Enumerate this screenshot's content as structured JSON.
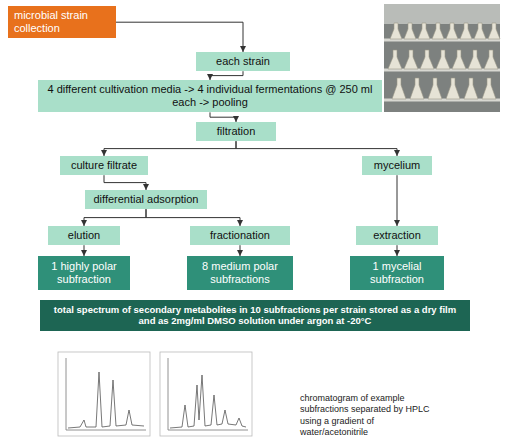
{
  "diagram": {
    "nodes": [
      {
        "text": [
          "microbial strain collection"
        ]
      },
      {
        "text": [
          "each strain"
        ]
      },
      {
        "text": [
          "4 different cultivation media -> 4 individual fermentations @ 250 ml each -> pooling"
        ]
      },
      {
        "text": [
          "filtration"
        ]
      },
      {
        "text": [
          "culture filtrate"
        ]
      },
      {
        "text": [
          "mycelium"
        ]
      },
      {
        "text": [
          "differential adsorption"
        ]
      },
      {
        "text": [
          "elution"
        ]
      },
      {
        "text": [
          "fractionation"
        ]
      },
      {
        "text": [
          "extraction"
        ]
      },
      {
        "text": [
          "1 highly polar subfraction"
        ]
      },
      {
        "text": [
          "8 medium polar subfractions"
        ]
      },
      {
        "text": [
          "1 mycelial subfraction"
        ]
      },
      {
        "text": [
          "total spectrum of secondary metabolites in 10 subfractions per strain stored as a dry film and as 2mg/ml DMSO solution under argon at -20°C"
        ]
      }
    ],
    "edges": [
      {
        "from": 0,
        "to": 1,
        "arrow": "to"
      },
      {
        "from": 1,
        "to": 2,
        "arrow": "to"
      },
      {
        "from": 2,
        "to": 3,
        "arrow": "to"
      },
      {
        "from": 3,
        "to": 4,
        "arrow": "to"
      },
      {
        "from": 3,
        "to": 5,
        "arrow": "to"
      },
      {
        "from": 4,
        "to": 6,
        "arrow": "to"
      },
      {
        "from": 6,
        "to": 7,
        "arrow": "to"
      },
      {
        "from": 6,
        "to": 8,
        "arrow": "to"
      },
      {
        "from": 7,
        "to": 10,
        "arrow": "to"
      },
      {
        "from": 8,
        "to": 11,
        "arrow": "to"
      },
      {
        "from": 5,
        "to": 9,
        "arrow": "to"
      },
      {
        "from": 9,
        "to": 12,
        "arrow": "to"
      }
    ],
    "labels": [
      "chromatogram of example subfractions separated by HPLC using a gradient of water/acetonitrile"
    ]
  }
}
